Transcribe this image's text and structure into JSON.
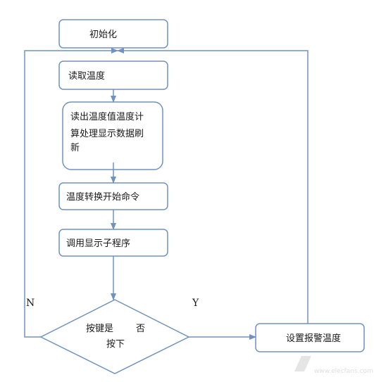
{
  "colors": {
    "stroke": "#7092BE",
    "fill": "#FFFFFF",
    "text": "#1A1A1A",
    "watermark": "#C4C4C4"
  },
  "nodes": {
    "init": {
      "label": "初始化"
    },
    "read_temp": {
      "label": "读取温度"
    },
    "read_calc": {
      "line1": "读出温度值温度计",
      "line2": "算处理显示数据刷",
      "line3": "新"
    },
    "start_conversion": {
      "label": "温度转换开始命令"
    },
    "call_display": {
      "label": "调用显示子程序"
    },
    "decision": {
      "line1": "按键是",
      "line1b": "否",
      "line2": "按下"
    },
    "set_alarm": {
      "label": "设置报警温度"
    }
  },
  "edge_labels": {
    "no": "N",
    "yes": "Y"
  },
  "watermark": {
    "text": "www.elecfans.com"
  }
}
